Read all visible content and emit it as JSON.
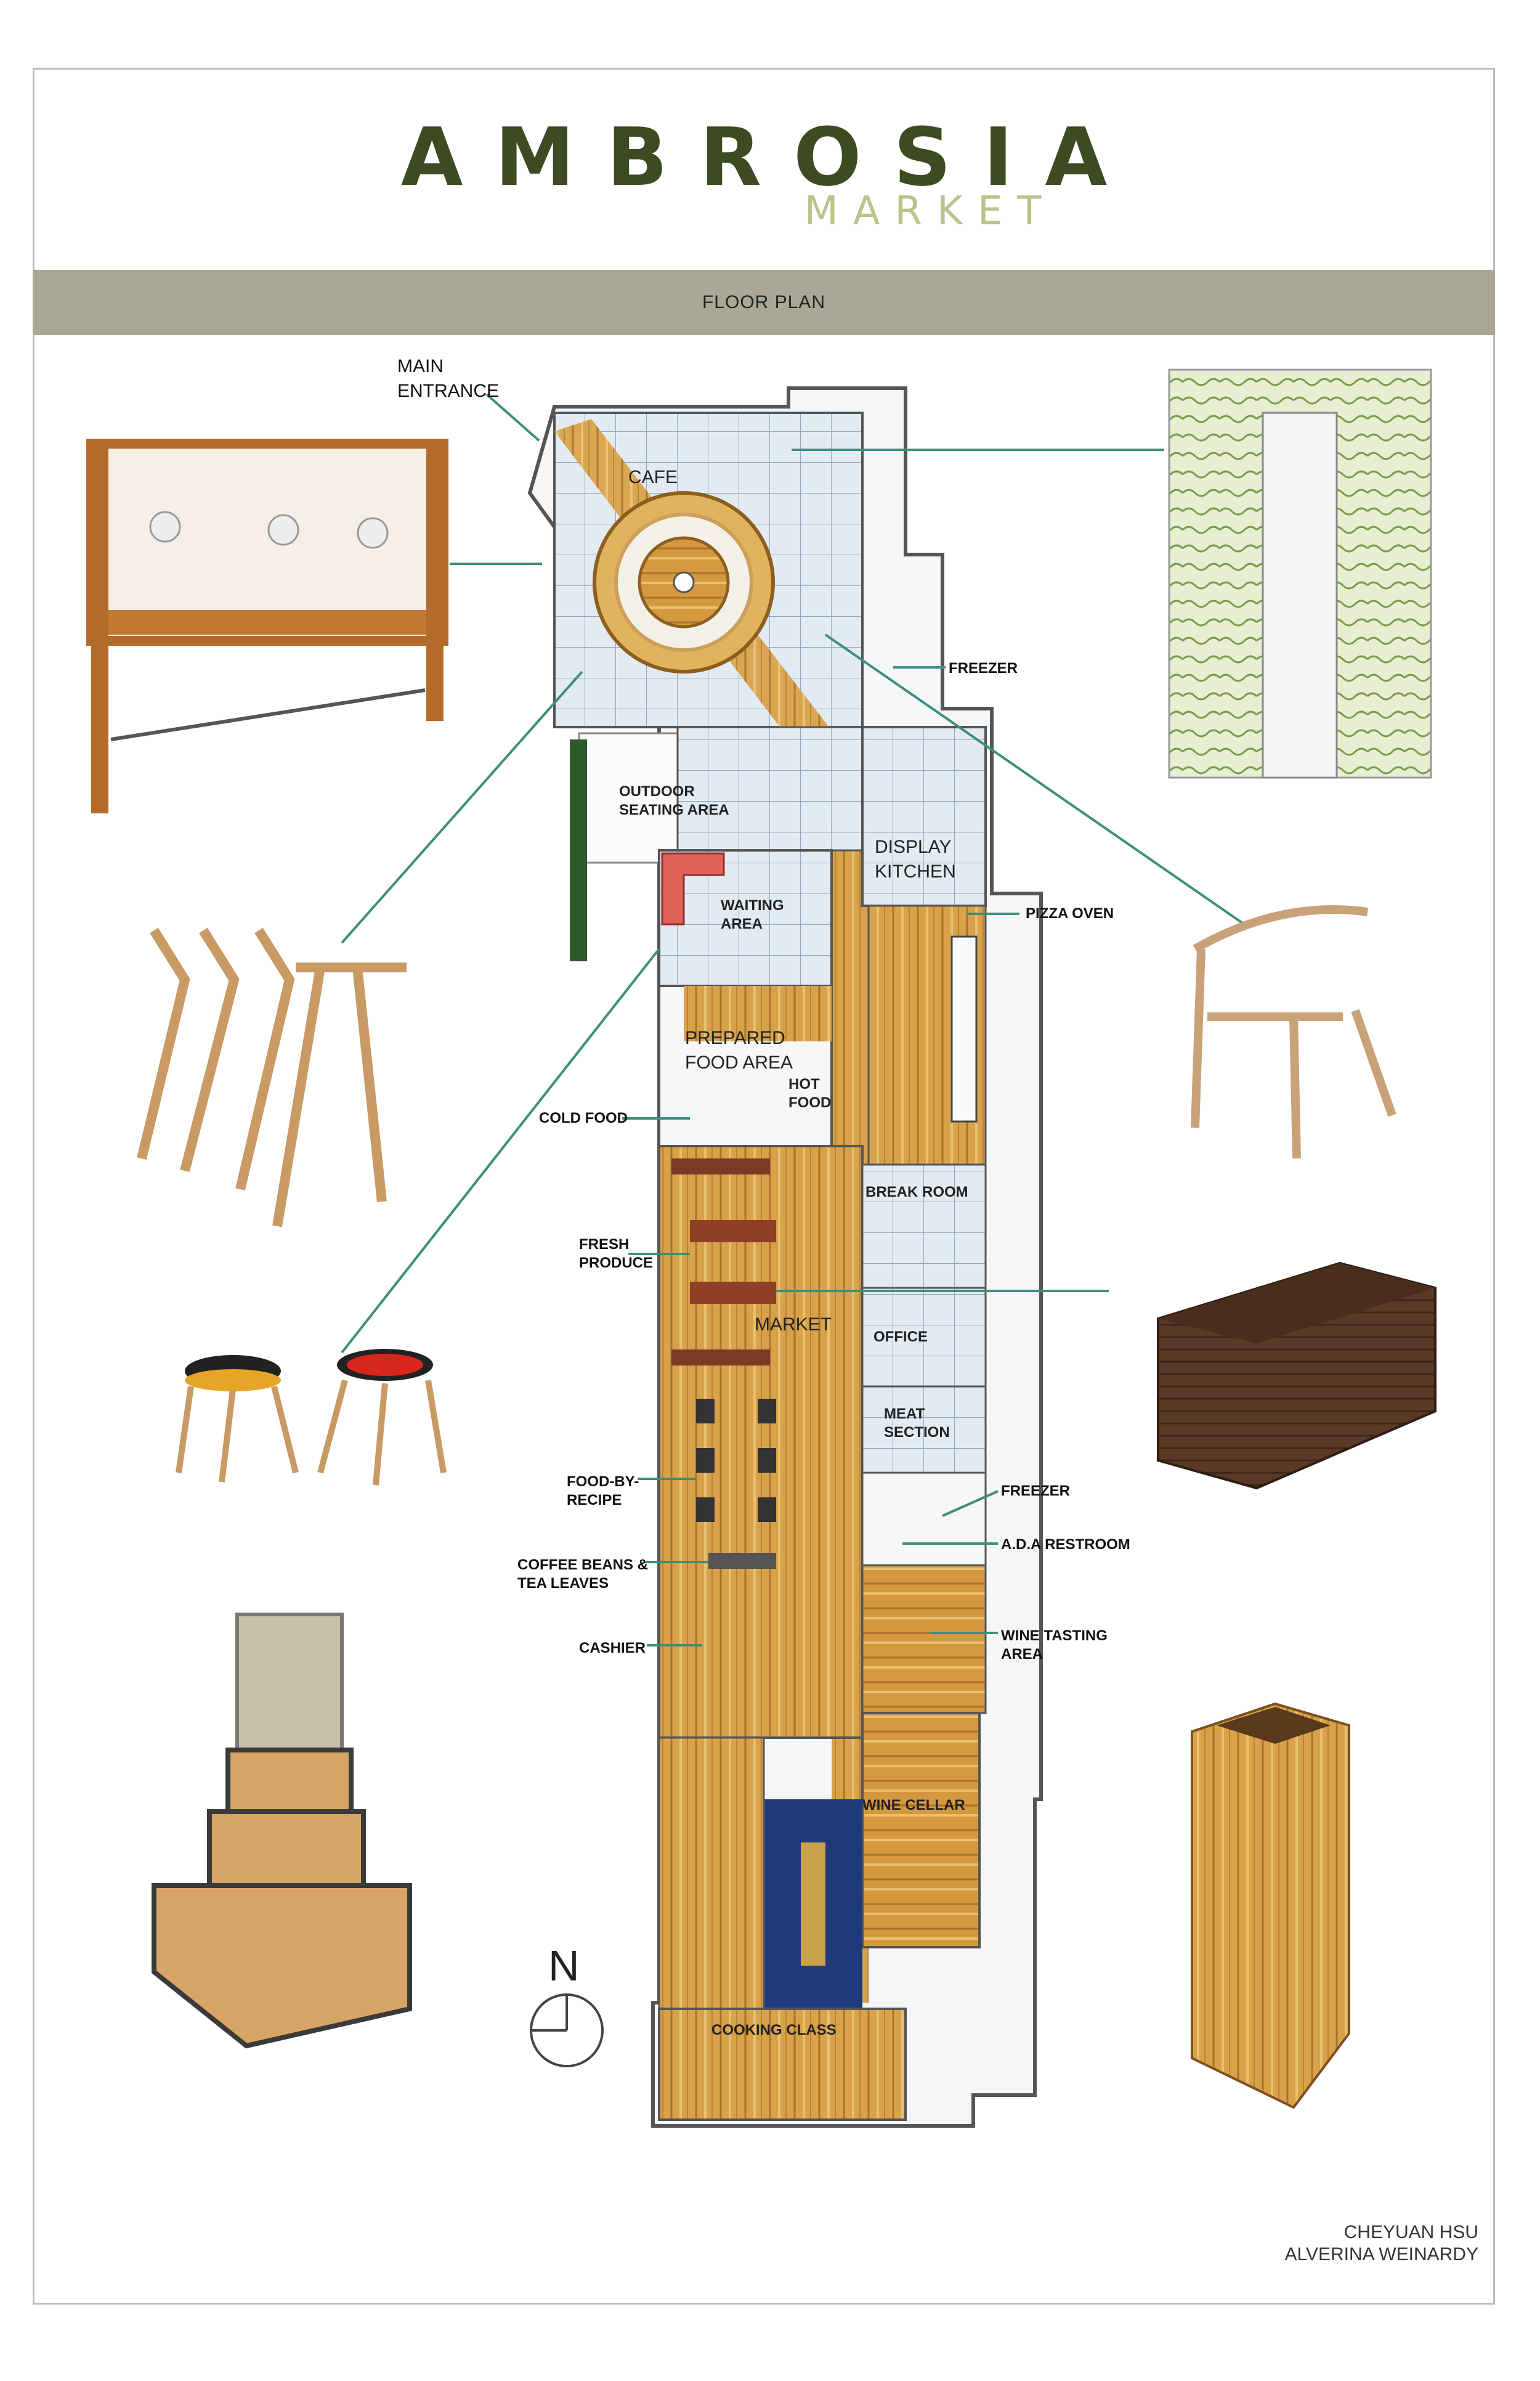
{
  "brand": {
    "main": "AMBROSIA",
    "sub": "MARKET"
  },
  "banner": {
    "title": "FLOOR PLAN"
  },
  "labels": {
    "main_entrance": "MAIN\nENTRANCE",
    "cafe": "CAFE",
    "freezer_top": "FREEZER",
    "outdoor": "OUTDOOR\nSEATING AREA",
    "display_kitchen": "DISPLAY\nKITCHEN",
    "waiting": "WAITING\nAREA",
    "pizza_oven": "PIZZA OVEN",
    "prepared_food": "PREPARED\nFOOD AREA",
    "hot_food": "HOT\nFOOD",
    "cold_food": "COLD FOOD",
    "break_room": "BREAK ROOM",
    "fresh_produce": "FRESH\nPRODUCE",
    "market": "MARKET",
    "office": "OFFICE",
    "meat_section": "MEAT\nSECTION",
    "food_by_recipe": "FOOD-BY-\nRECIPE",
    "freezer_bottom": "FREEZER",
    "ada_restroom": "A.D.A RESTROOM",
    "coffee_beans": "COFFEE BEANS &\nTEA LEAVES",
    "cashier": "CASHIER",
    "wine_tasting": "WINE TASTING\nAREA",
    "wine_cellar": "WINE CELLAR",
    "cooking_class": "COOKING CLASS",
    "north": "N"
  },
  "credits": {
    "line1": "CHEYUAN HSU",
    "line2": "ALVERINA WEINARDY"
  },
  "colors": {
    "brand_dark": "#3d4a22",
    "brand_light": "#b9c38a",
    "banner": "#a9a896",
    "leader": "#3d8f7a",
    "wood": "#d9a24a",
    "tile": "#dfe7ee",
    "navy": "#1f3a7a"
  }
}
